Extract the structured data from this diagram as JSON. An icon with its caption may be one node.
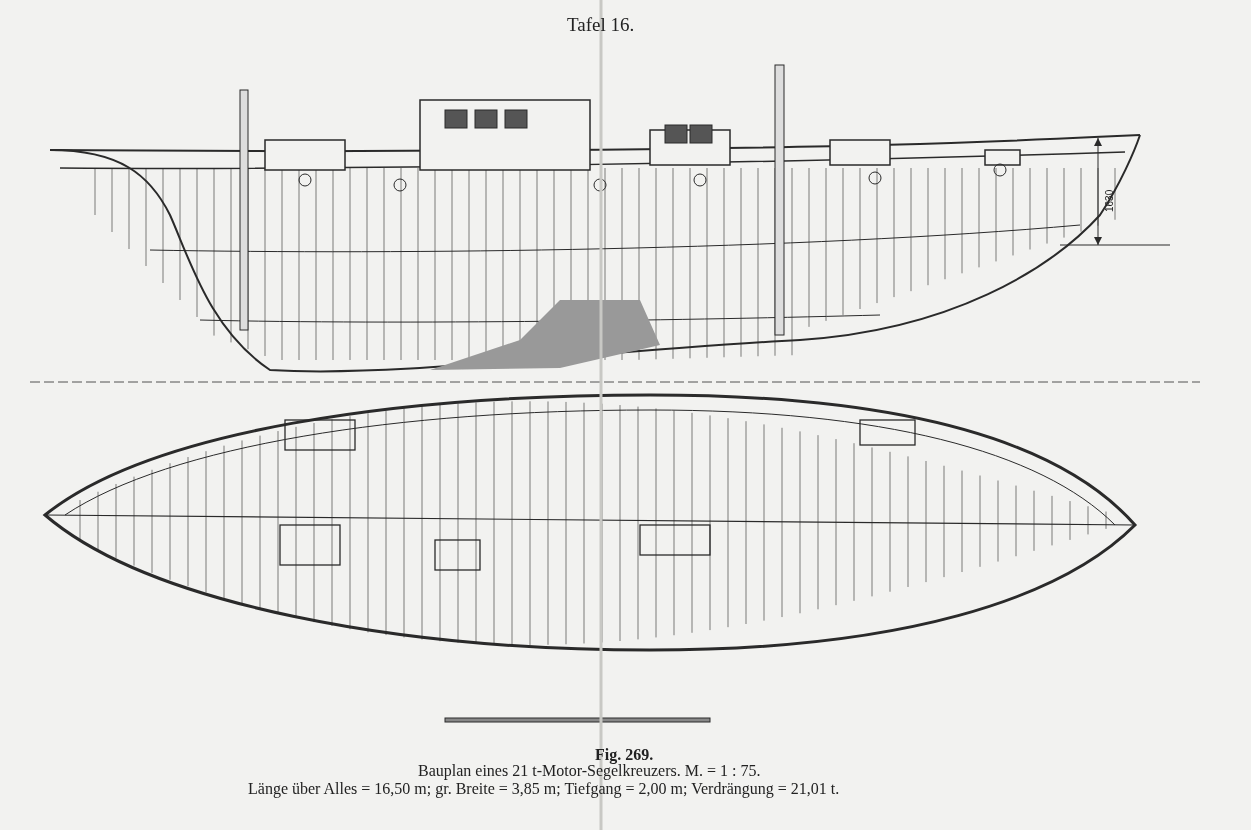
{
  "diagram": {
    "title": "Tafel 16.",
    "caption": "Fig. 269.",
    "labels": [
      "1630",
      "Bauplan eines 21 t-Motor-Segelkreuzers. M. = 1 : 75.",
      "Länge über Alles = 16,50 m; gr. Breite = 3,85 m; Tiefgang = 2,00 m; Verdrängung = 21,01 t."
    ]
  }
}
